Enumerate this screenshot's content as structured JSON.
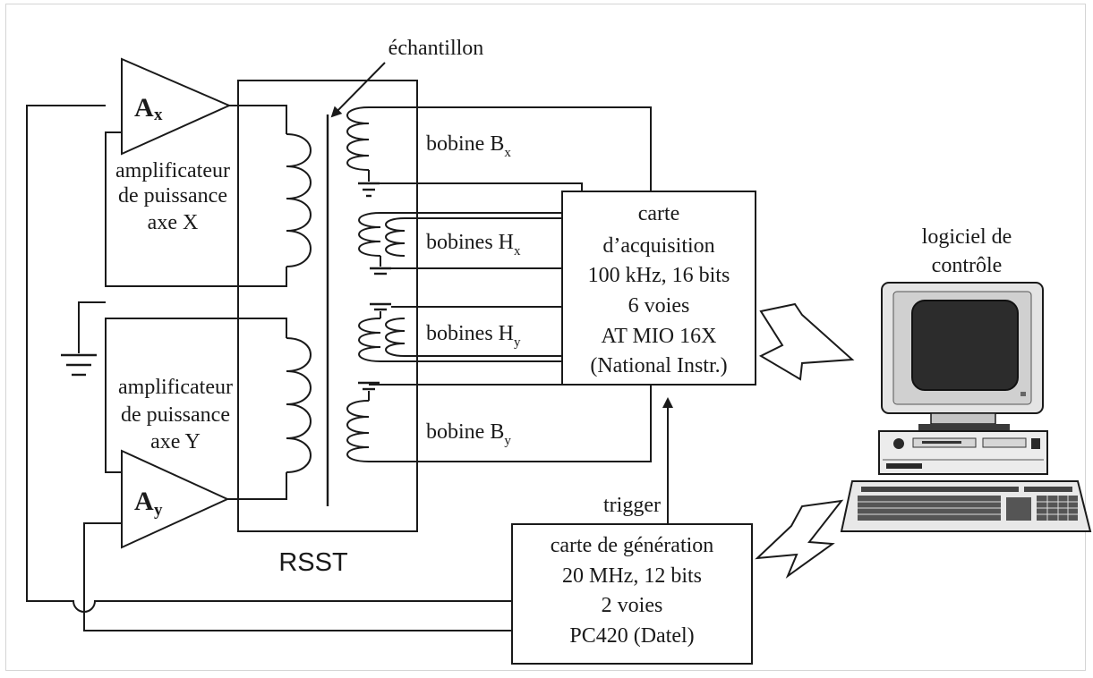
{
  "labels": {
    "sample": "échantillon",
    "rsst": "RSST",
    "trigger": "trigger",
    "software_line1": "logiciel de",
    "software_line2": "contrôle"
  },
  "amplifiers": {
    "x": {
      "symbol": "A",
      "subscript": "x",
      "desc_line1": "amplificateur",
      "desc_line2": "de puissance",
      "desc_line3": "axe X"
    },
    "y": {
      "symbol": "A",
      "subscript": "y",
      "desc_line1": "amplificateur",
      "desc_line2": "de puissance",
      "desc_line3": "axe Y"
    }
  },
  "coils": {
    "bx": {
      "name": "bobine B",
      "subscript": "x"
    },
    "hx": {
      "name": "bobines H",
      "subscript": "x"
    },
    "hy": {
      "name": "bobines H",
      "subscript": "y"
    },
    "by": {
      "name": "bobine B",
      "subscript": "y"
    }
  },
  "acquisition_card": {
    "lines": [
      "carte",
      "d’acquisition",
      "100 kHz, 16 bits",
      "6 voies",
      "AT MIO 16X",
      "(National Instr.)"
    ]
  },
  "generation_card": {
    "lines": [
      "carte de génération",
      "20 MHz, 12 bits",
      "2 voies",
      "PC420 (Datel)"
    ]
  }
}
